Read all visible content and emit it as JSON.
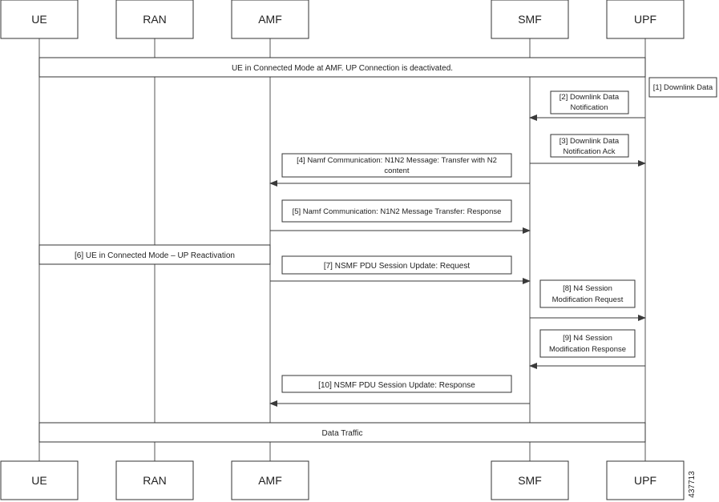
{
  "actors": [
    "UE",
    "RAN",
    "AMF",
    "SMF",
    "UPF"
  ],
  "frames": {
    "connected": "UE in Connected Mode at AMF. UP Connection is deactivated.",
    "data_traffic": "Data Traffic"
  },
  "side_note": "[1] Downlink Data",
  "messages": {
    "m2": [
      "[2] Downlink Data",
      "Notification"
    ],
    "m3": [
      "[3] Downlink Data",
      "Notification Ack"
    ],
    "m4": [
      "[4] Namf Communication: N1N2 Message: Transfer with N2",
      "content"
    ],
    "m5": [
      "[5] Namf Communication: N1N2 Message Transfer: Response"
    ],
    "m6": [
      "[6] UE in Connected Mode – UP Reactivation"
    ],
    "m7": [
      "[7] NSMF PDU Session Update: Request"
    ],
    "m8": [
      "[8] N4 Session",
      "Modification Request"
    ],
    "m9": [
      "[9] N4 Session",
      "Modification Response"
    ],
    "m10": [
      "[10] NSMF PDU Session Update: Response"
    ]
  },
  "figure_id": "437713"
}
